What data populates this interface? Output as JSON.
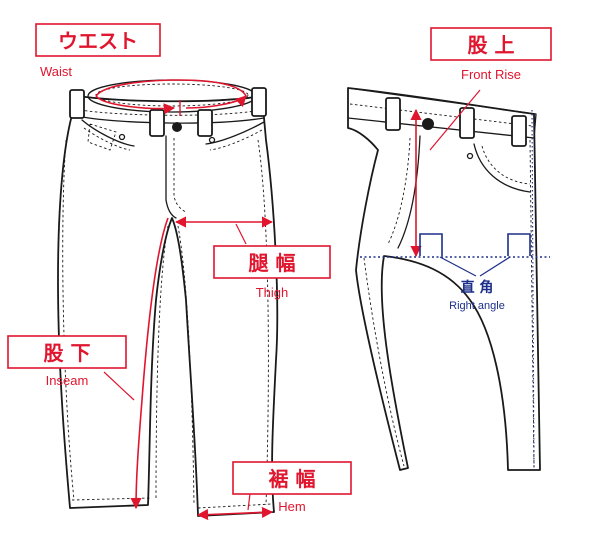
{
  "labels": {
    "waist": {
      "jp": "ウエスト",
      "en": "Waist"
    },
    "front_rise": {
      "jp": "股 上",
      "en": "Front Rise"
    },
    "thigh": {
      "jp": "腿 幅",
      "en": "Thigh"
    },
    "inseam": {
      "jp": "股 下",
      "en": "Inseam"
    },
    "hem": {
      "jp": "裾 幅",
      "en": "Hem"
    },
    "right_angle": {
      "jp": "直 角",
      "en": "Right angle"
    }
  },
  "colors": {
    "accent": "#e0152e",
    "outline": "#1a1a1a",
    "guide": "#1c2f8a"
  }
}
